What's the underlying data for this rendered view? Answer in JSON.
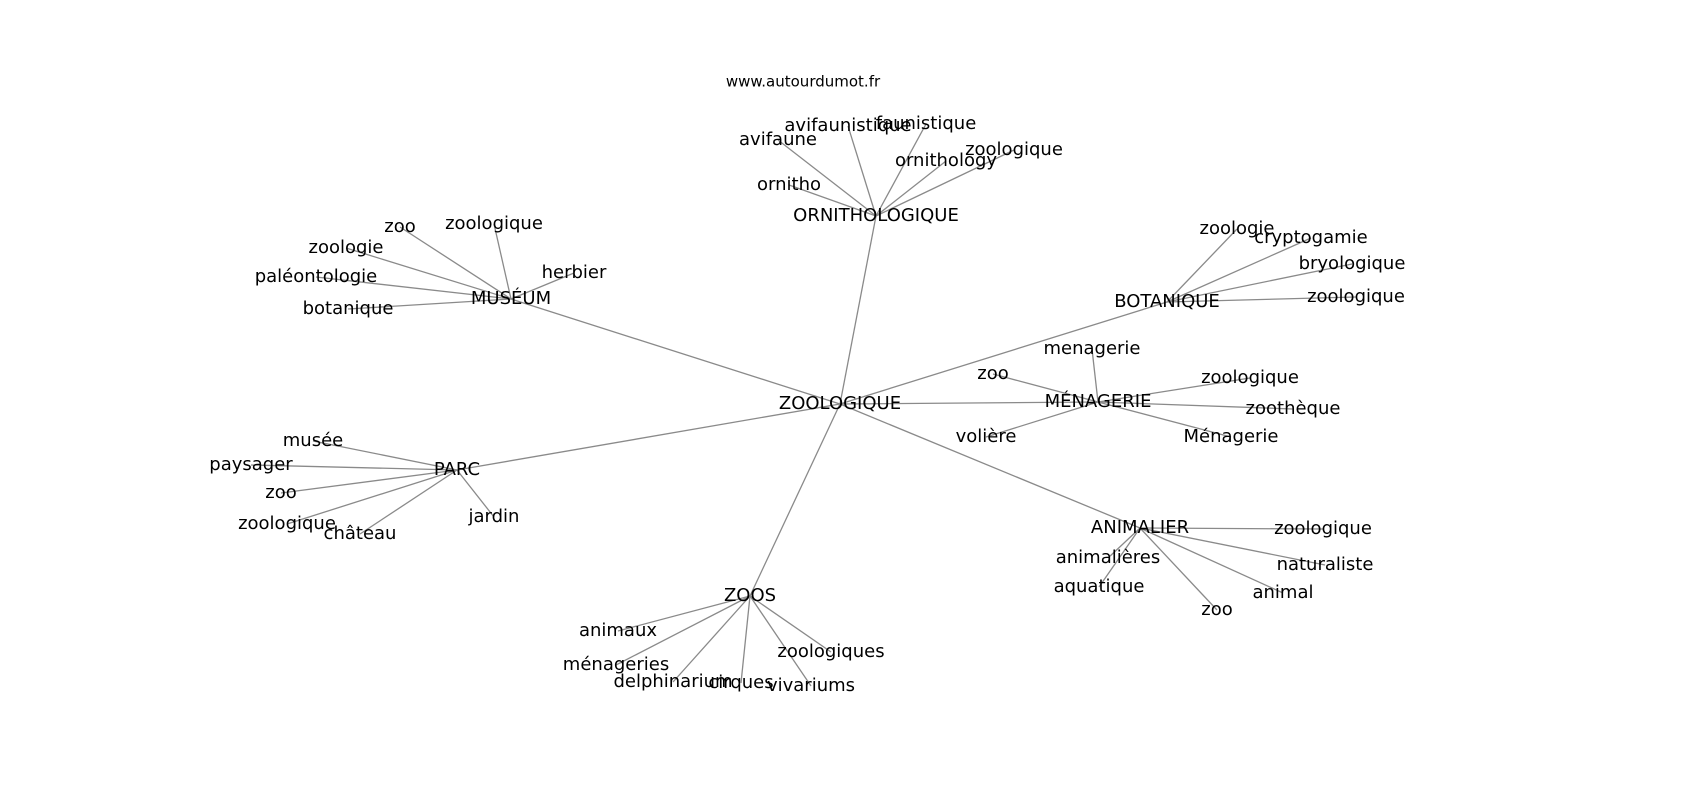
{
  "site": "www.autourdumot.fr",
  "center": "ZOOLOGIQUE",
  "hubs": [
    {
      "key": "ornithologique",
      "label": "ORNITHOLOGIQUE",
      "leaves": [
        "avifaune",
        "avifaunistique",
        "faunistique",
        "zoologique",
        "ornithology",
        "ornitho"
      ]
    },
    {
      "key": "museum",
      "label": "MUSÉUM",
      "leaves": [
        "zoo",
        "zoologique",
        "herbier",
        "zoologie",
        "paléontologie",
        "botanique"
      ]
    },
    {
      "key": "botanique",
      "label": "BOTANIQUE",
      "leaves": [
        "zoologie",
        "cryptogamie",
        "bryologique",
        "zoologique"
      ]
    },
    {
      "key": "menagerie",
      "label": "MÉNAGERIE",
      "leaves": [
        "menagerie",
        "zoo",
        "zoologique",
        "zoothèque",
        "volière",
        "Ménagerie"
      ]
    },
    {
      "key": "parc",
      "label": "PARC",
      "leaves": [
        "musée",
        "paysager",
        "zoo",
        "zoologique",
        "château",
        "jardin"
      ]
    },
    {
      "key": "animalier",
      "label": "ANIMALIER",
      "leaves": [
        "zoologique",
        "animalières",
        "naturaliste",
        "aquatique",
        "animal",
        "zoo"
      ]
    },
    {
      "key": "zoos",
      "label": "ZOOS",
      "leaves": [
        "animaux",
        "ménageries",
        "zoologiques",
        "delphinarium",
        "cirques",
        "vivariums"
      ]
    }
  ]
}
